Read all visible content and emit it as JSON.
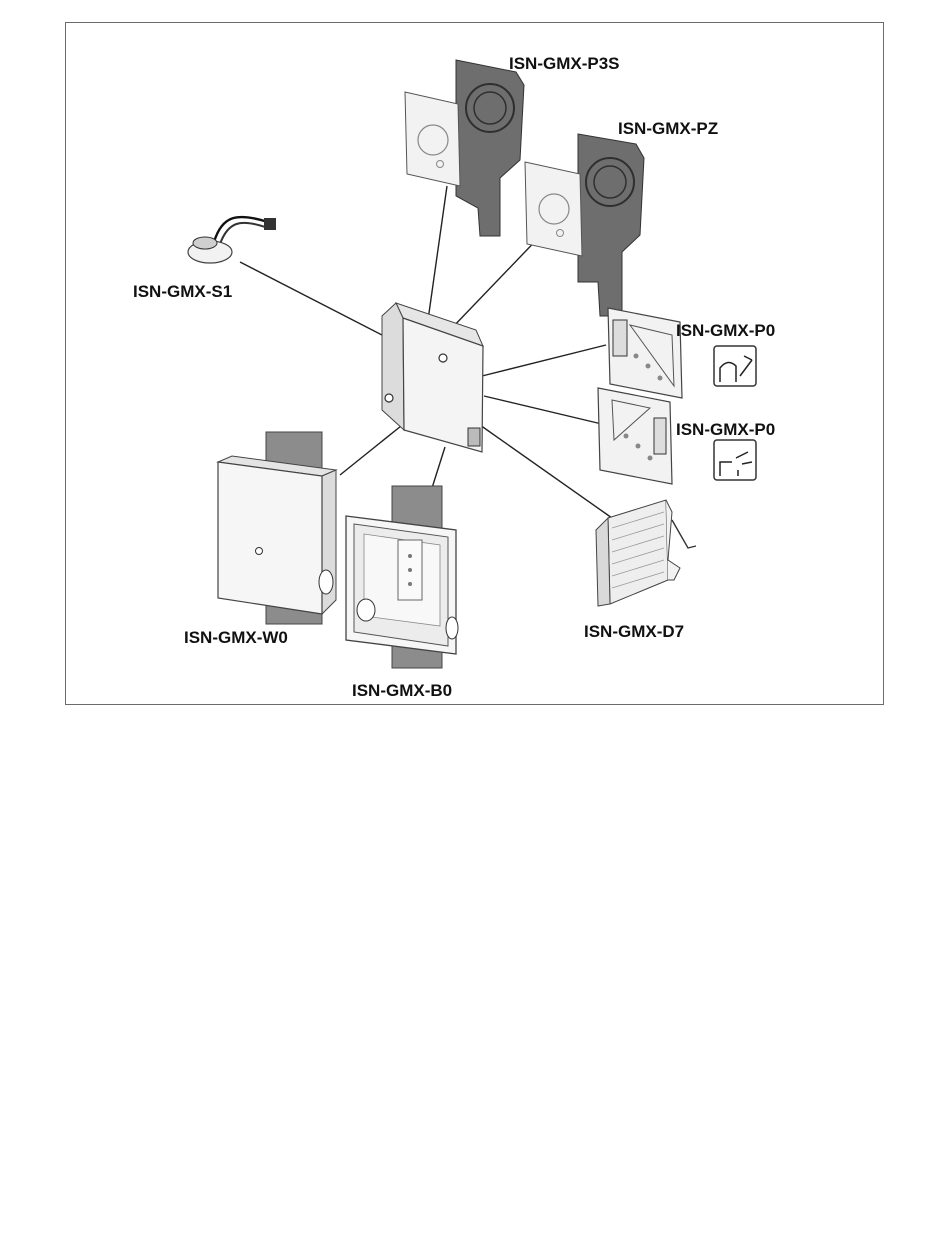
{
  "diagram": {
    "parts": [
      {
        "id": "p3s",
        "label": "ISN-GMX-P3S"
      },
      {
        "id": "pz",
        "label": "ISN-GMX-PZ"
      },
      {
        "id": "s1",
        "label": "ISN-GMX-S1"
      },
      {
        "id": "p0a",
        "label": "ISN-GMX-P0"
      },
      {
        "id": "p0b",
        "label": "ISN-GMX-P0"
      },
      {
        "id": "w0",
        "label": "ISN-GMX-W0"
      },
      {
        "id": "d7",
        "label": "ISN-GMX-D7"
      },
      {
        "id": "b0",
        "label": "ISN-GMX-B0"
      }
    ],
    "colors": {
      "line": "#222222",
      "dark_plate": "#6e6e6e",
      "light_part": "#f2f2f2",
      "border": "#6b6b6b"
    }
  }
}
